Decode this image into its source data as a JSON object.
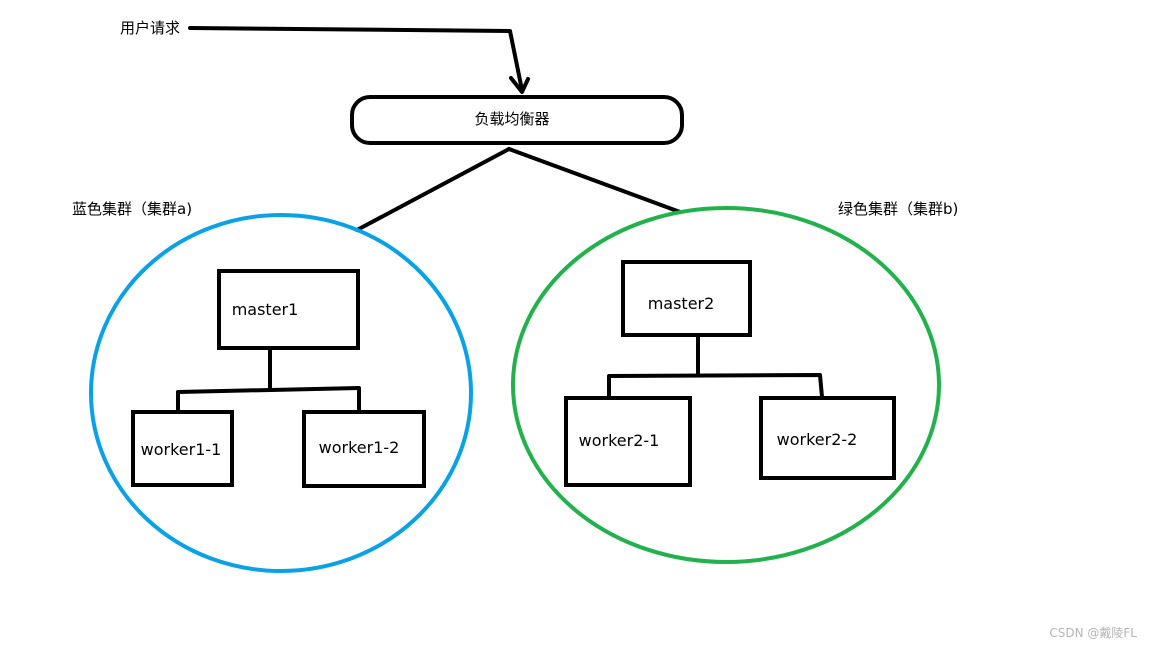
{
  "request_label": "用户请求",
  "load_balancer": {
    "label": "负载均衡器"
  },
  "cluster_a": {
    "title": "蓝色集群（集群a)",
    "color": "#0aa1e6",
    "master": "master1",
    "workers": [
      "worker1-1",
      "worker1-2"
    ]
  },
  "cluster_b": {
    "title": "绿色集群（集群b)",
    "color": "#22b14c",
    "master": "master2",
    "workers": [
      "worker2-1",
      "worker2-2"
    ]
  },
  "watermark": "CSDN @戴陵FL"
}
